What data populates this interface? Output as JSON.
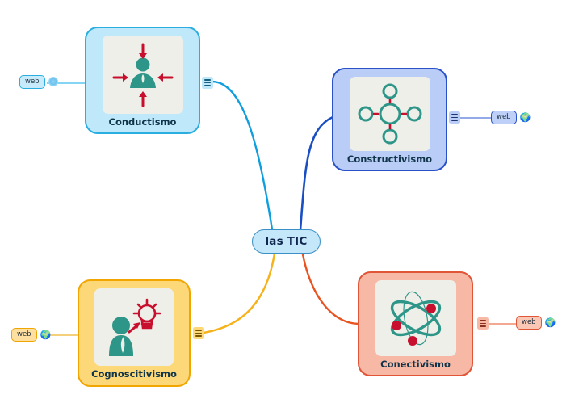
{
  "mindmap": {
    "center": {
      "label": "las TIC"
    },
    "topics": [
      {
        "id": "conductismo",
        "label": "Conductismo",
        "color": "#2aaee0",
        "fill": "#bfe8fa",
        "icon": "person-with-inward-arrows-icon",
        "note_icon": "note-lines-icon",
        "leaf": {
          "label": "web",
          "icon": "globe-icon"
        }
      },
      {
        "id": "constructivismo",
        "label": "Constructivismo",
        "color": "#2a52c8",
        "fill": "#b9cdf7",
        "icon": "connected-circles-icon",
        "note_icon": "note-lines-icon",
        "leaf": {
          "label": "web",
          "icon": "globe-icon"
        }
      },
      {
        "id": "cognoscitivismo",
        "label": "Cognoscitivismo",
        "color": "#f0a500",
        "fill": "#fcd879",
        "icon": "person-with-lightbulb-icon",
        "note_icon": "note-lines-icon",
        "leaf": {
          "label": "web",
          "icon": "globe-icon"
        }
      },
      {
        "id": "conectivismo",
        "label": "Conectivismo",
        "color": "#e05535",
        "fill": "#f7b9a6",
        "icon": "atom-network-icon",
        "note_icon": "note-lines-icon",
        "leaf": {
          "label": "web",
          "icon": "globe-icon"
        }
      }
    ]
  }
}
